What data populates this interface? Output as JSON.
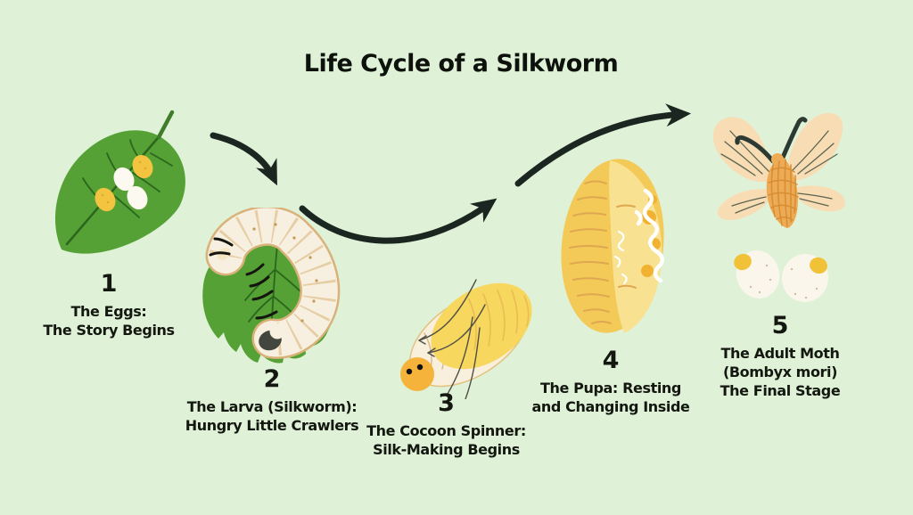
{
  "title": "Life Cycle of a Silkworm",
  "colors": {
    "background": "#dff2d8",
    "text": "#13170f",
    "arrow": "#1c2620",
    "leaf_green": "#55a135",
    "leaf_vein": "#2c661c",
    "egg_yellow": "#f3c440",
    "egg_white": "#fcf9f1",
    "larva_cream": "#f7efdf",
    "silk_yellow": "#f5cd5c",
    "moth_wing_peach": "#f8dcb4",
    "moth_body_orange": "#eeab55"
  },
  "stages": [
    {
      "number": "1",
      "illustration": "eggs-on-leaf",
      "label_lines": [
        "The Eggs:",
        "The Story Begins"
      ]
    },
    {
      "number": "2",
      "illustration": "larva-on-leaf",
      "label_lines": [
        "The Larva (Silkworm):",
        "Hungry Little Crawlers"
      ]
    },
    {
      "number": "3",
      "illustration": "cocoon-spinner-larva",
      "label_lines": [
        "The Cocoon Spinner:",
        "Silk-Making Begins"
      ]
    },
    {
      "number": "4",
      "illustration": "pupa-cocoon",
      "label_lines": [
        "The Pupa: Resting",
        "and Changing Inside"
      ]
    },
    {
      "number": "5",
      "illustration": "adult-moth-and-eggs",
      "label_lines": [
        "The Adult Moth",
        "(Bombyx mori)",
        "The Final Stage"
      ]
    }
  ],
  "arrows": [
    {
      "name": "arrow-stage1-to-stage2"
    },
    {
      "name": "arrow-stage2-to-stage4"
    },
    {
      "name": "arrow-stage4-to-stage5"
    }
  ]
}
